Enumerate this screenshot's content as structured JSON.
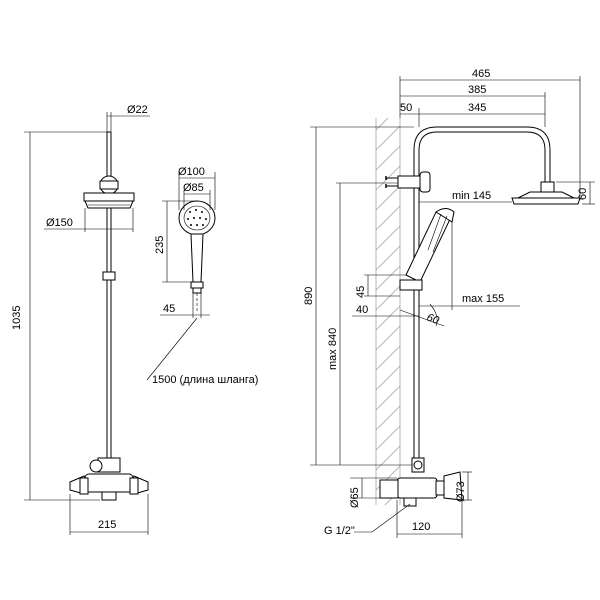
{
  "front_view": {
    "dim_pipe_diameter": "Ø22",
    "dim_head_diameter": "Ø150",
    "dim_height": "1035",
    "dim_width": "215"
  },
  "hand_shower": {
    "dim_outer_diameter": "Ø100",
    "dim_inner_diameter": "Ø85",
    "dim_length": "235",
    "dim_holder": "45",
    "hose_note": "1500 (длина шланга)"
  },
  "side_view": {
    "dim_total_reach": "465",
    "dim_reach_385": "385",
    "dim_offset": "50",
    "dim_arm": "345",
    "dim_head_height": "60",
    "dim_min": "min 145",
    "dim_max155": "max 155",
    "dim_890": "890",
    "dim_max840": "max 840",
    "dim_45": "45",
    "dim_40": "40",
    "dim_angle": "60",
    "dim_65": "Ø65",
    "dim_73": "Ø73",
    "dim_thread": "G 1/2\"",
    "dim_120": "120"
  }
}
